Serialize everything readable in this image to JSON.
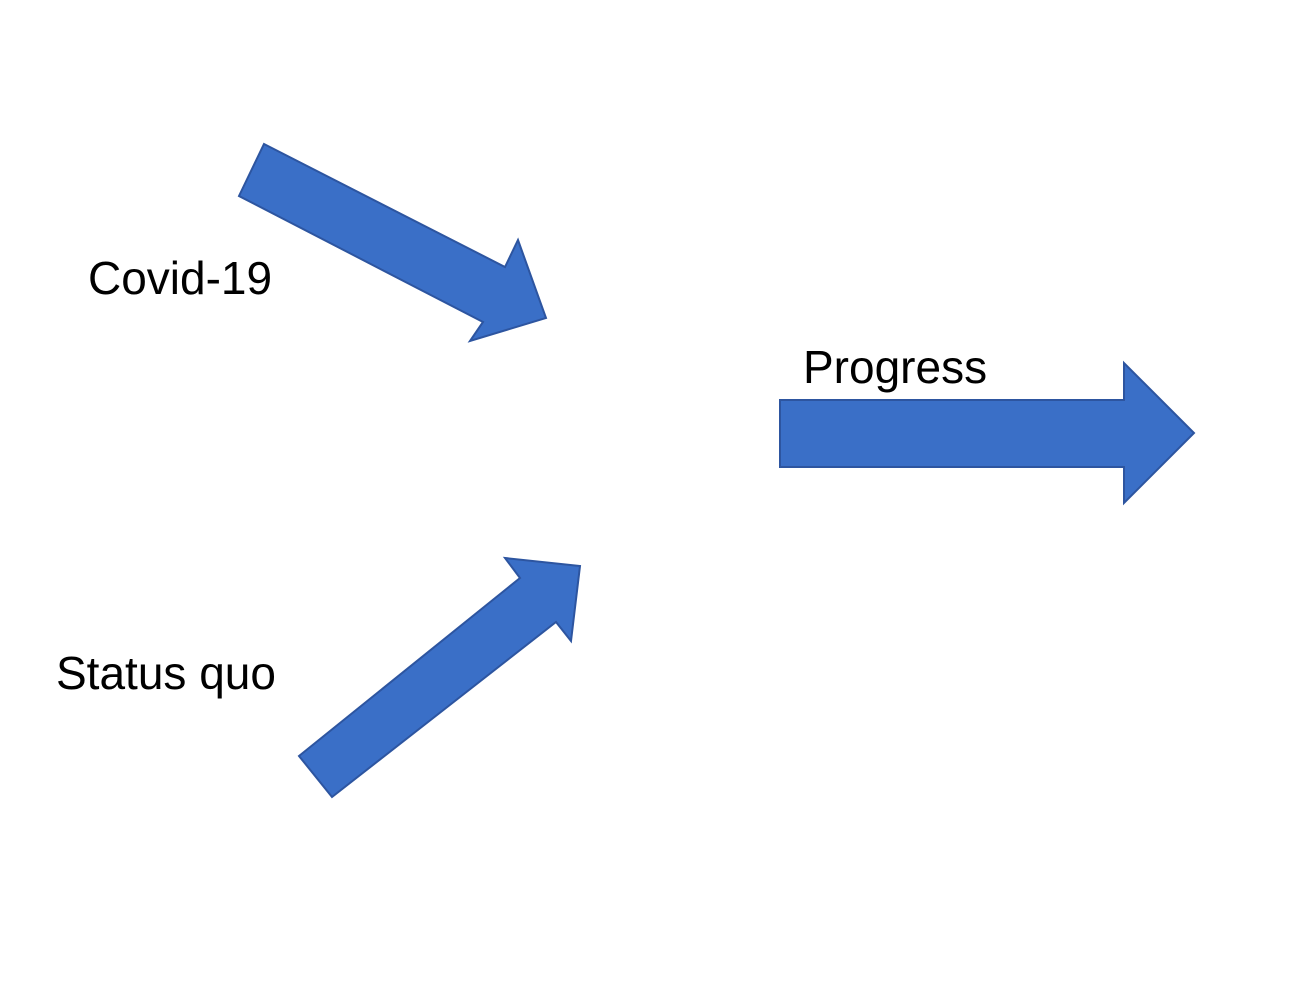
{
  "labels": {
    "covid": "Covid-19",
    "status_quo": "Status quo",
    "progress": "Progress"
  },
  "colors": {
    "arrow_fill": "#3A6FC7",
    "arrow_stroke": "#2D55A0",
    "text": "#000000",
    "background": "#FFFFFF"
  }
}
